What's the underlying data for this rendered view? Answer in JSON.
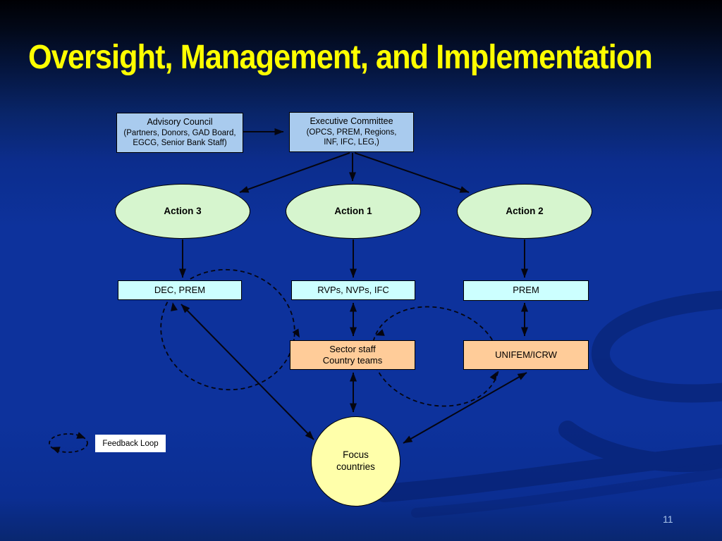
{
  "title": "Oversight, Management, and Implementation",
  "page_number": "11",
  "colors": {
    "title_text": "#ffff00",
    "background_mid": "#0d329c",
    "box_blue": "#a9cbee",
    "box_cyan": "#ccffff",
    "ellipse_green": "#d6f5ce",
    "box_orange": "#ffcc99",
    "circle_yellow": "#ffffaa",
    "arrow": "#05050f",
    "page_number_text": "#a9c4e9"
  },
  "nodes": {
    "advisory_council": {
      "lines": [
        "Advisory Council",
        "(Partners, Donors, GAD Board,",
        "EGCG, Senior Bank Staff)"
      ]
    },
    "executive_committee": {
      "lines": [
        "Executive Committee",
        "(OPCS, PREM, Regions,",
        "INF, IFC, LEG,)"
      ]
    },
    "action_3": {
      "label": "Action 3"
    },
    "action_1": {
      "label": "Action 1"
    },
    "action_2": {
      "label": "Action 2"
    },
    "dec_prem": {
      "label": "DEC, PREM"
    },
    "rvps_nvps_ifc": {
      "label": "RVPs, NVPs, IFC"
    },
    "prem": {
      "label": "PREM"
    },
    "sector_staff": {
      "lines": [
        "Sector staff",
        "Country teams"
      ]
    },
    "unifem_icrw": {
      "label": "UNIFEM/ICRW"
    },
    "focus_countries": {
      "lines": [
        "Focus",
        "countries"
      ]
    }
  },
  "legend": {
    "feedback_loop": "Feedback Loop"
  }
}
